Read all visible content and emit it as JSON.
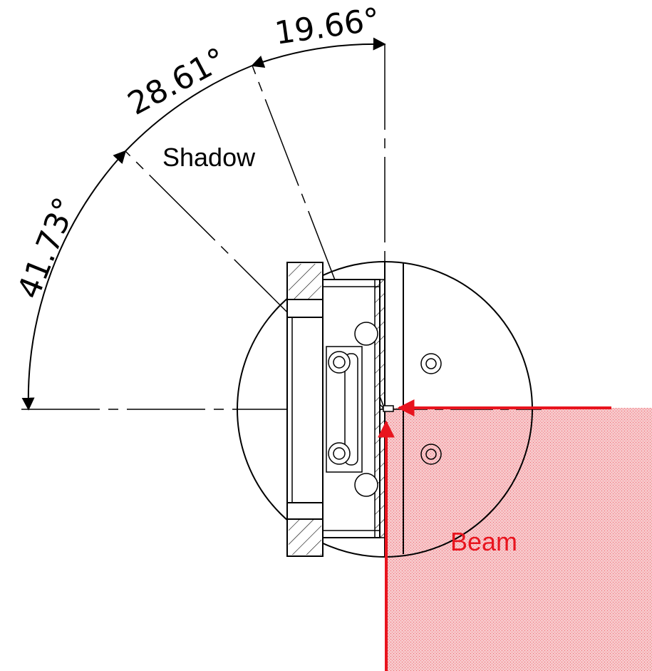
{
  "labels": {
    "angle_top": "19.66°",
    "angle_middle": "28.61°",
    "angle_left": "41.73°",
    "shadow": "Shadow",
    "beam": "Beam"
  },
  "colors": {
    "line": "#000000",
    "beam": "#e8141e",
    "beam_fill": "#f4b4b8",
    "background": "#ffffff"
  }
}
